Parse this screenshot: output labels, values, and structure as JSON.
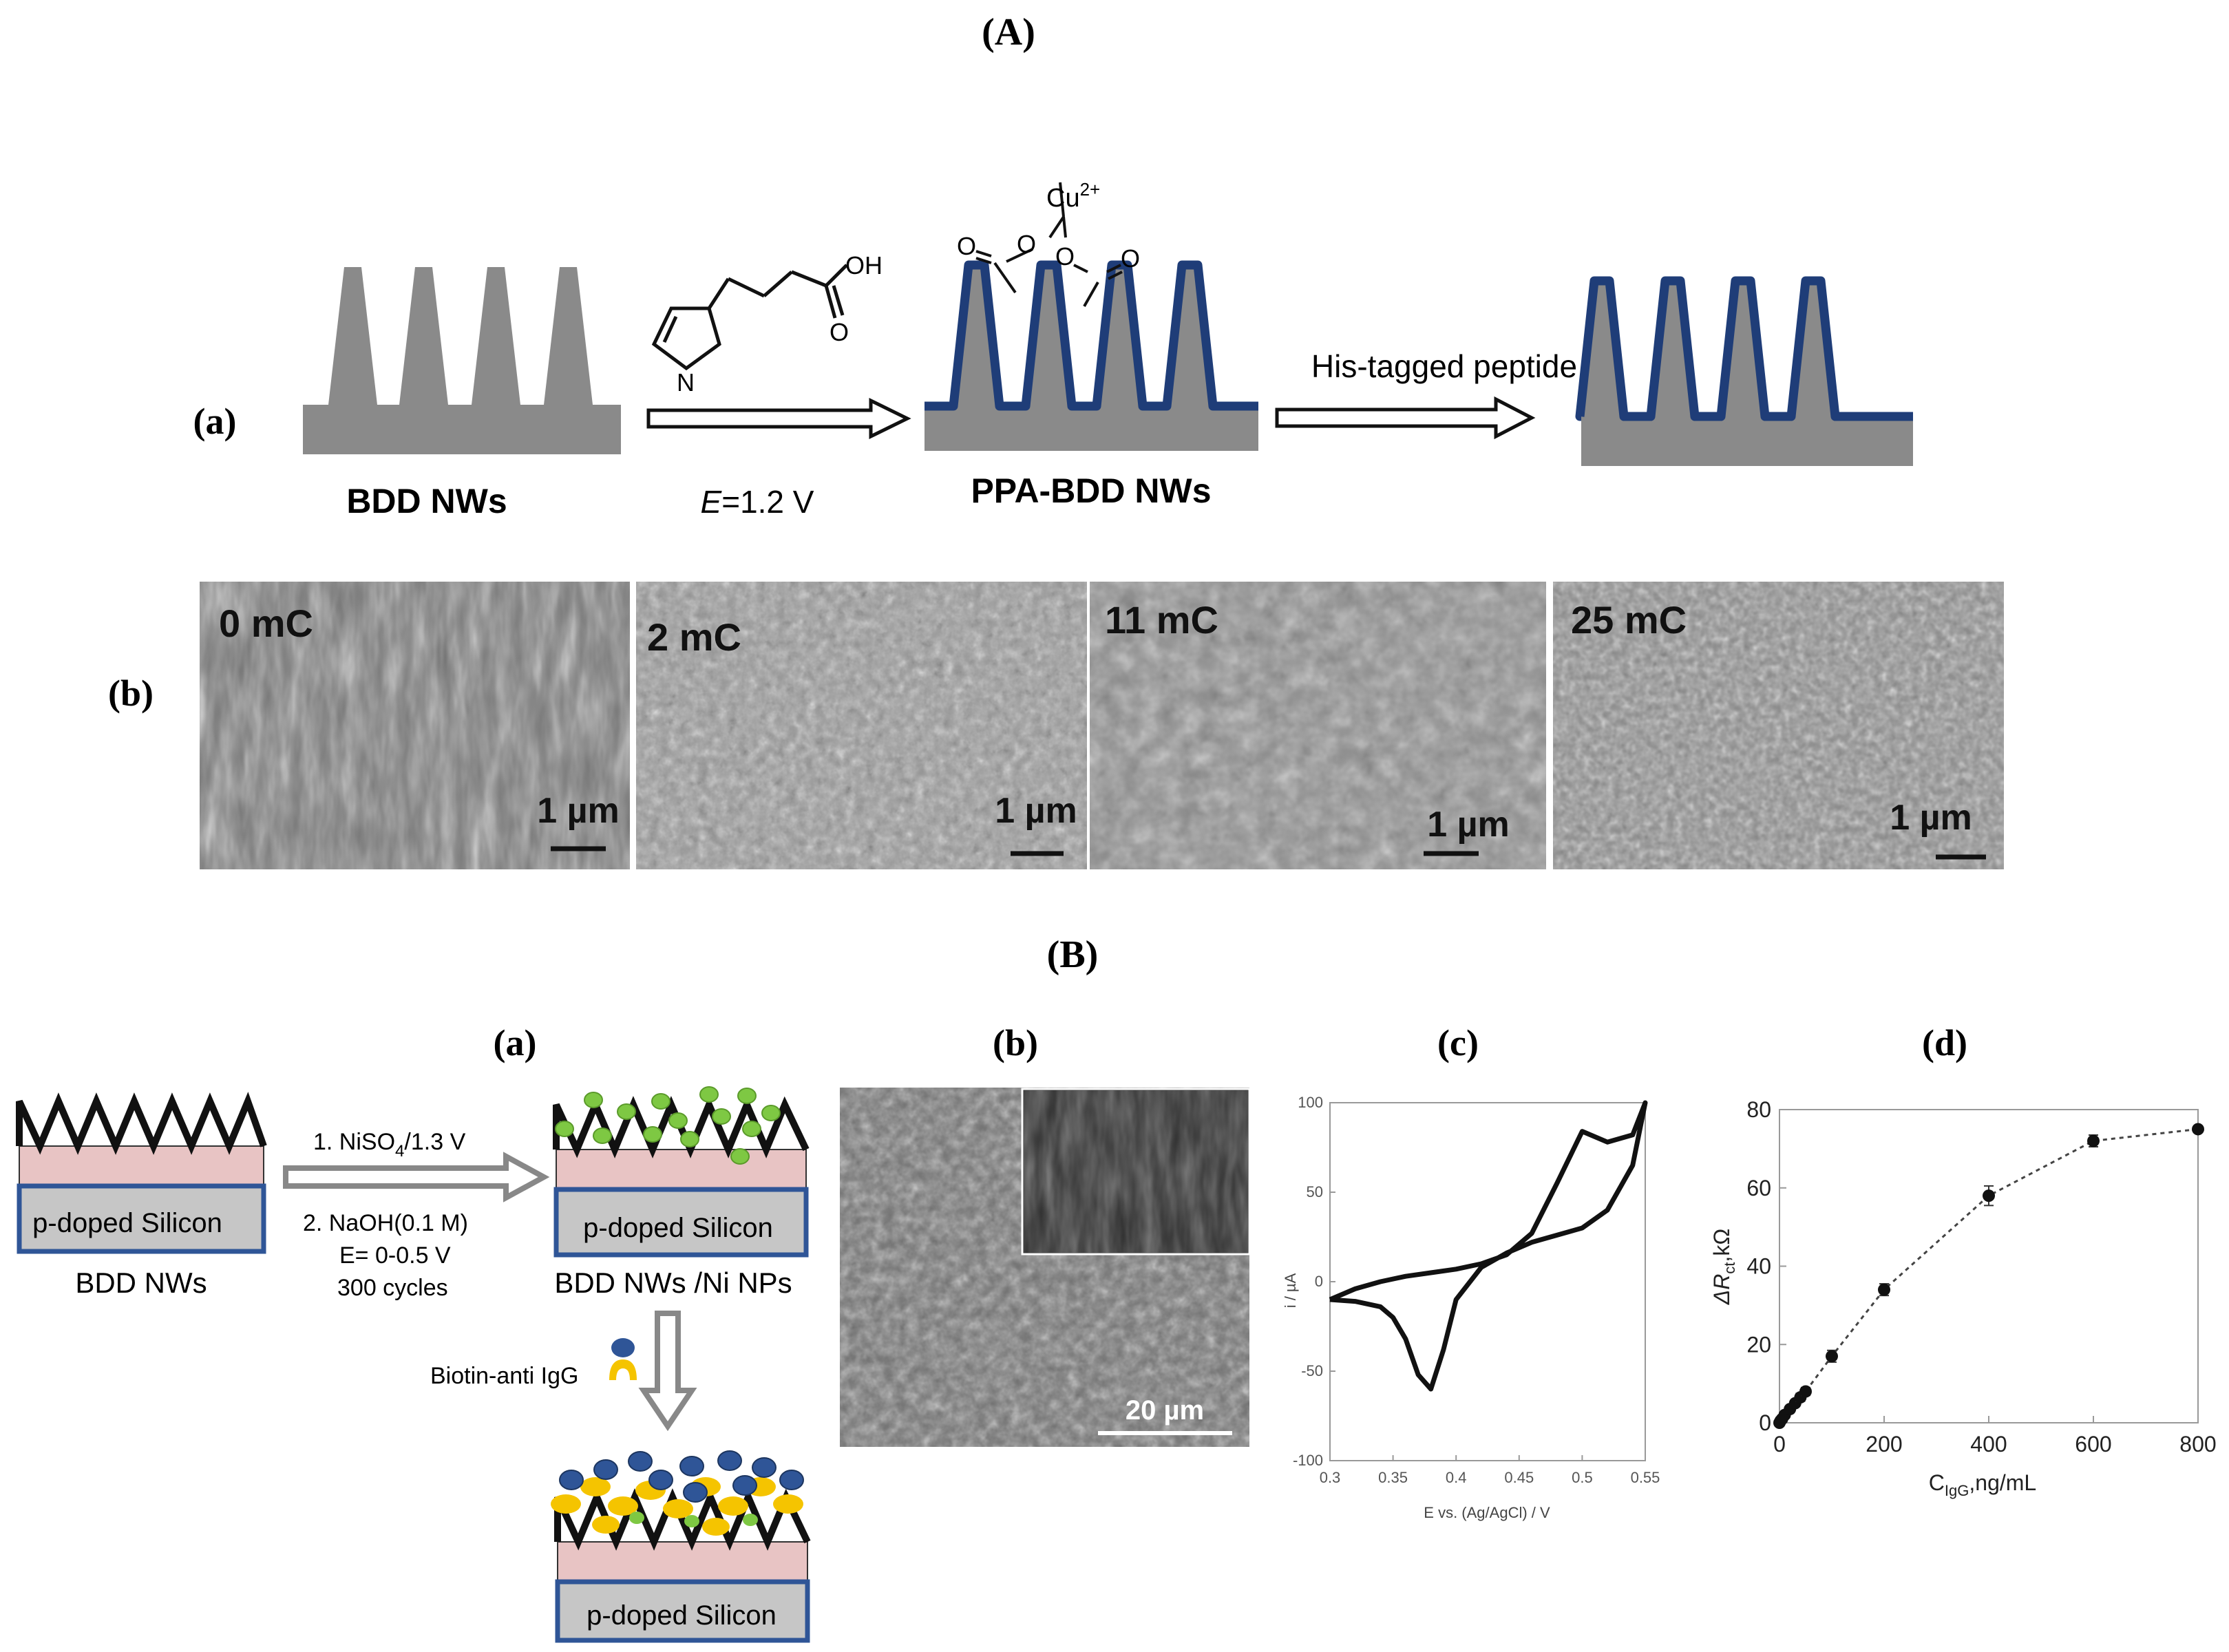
{
  "sectionA": {
    "label": "(A)",
    "panel_a": {
      "label": "(a)",
      "bdd_label": "BDD NWs",
      "reagent_oh": "OH",
      "reagent_o": "O",
      "reagent_n": "N",
      "potential_italic": "E",
      "potential_rest": "=1.2 V",
      "ppa_label": "PPA-BDD NWs",
      "cu_label": "Cu",
      "cu_charge": "2+",
      "step2_label": "His-tagged peptide"
    },
    "panel_b": {
      "label": "(b)",
      "images": [
        {
          "charge": "0 mC",
          "scale": "1 µm"
        },
        {
          "charge": "2 mC",
          "scale": "1 µm"
        },
        {
          "charge": "11 mC",
          "scale": "1 µm"
        },
        {
          "charge": "25 mC",
          "scale": "1 µm"
        }
      ]
    }
  },
  "sectionB": {
    "label": "(B)",
    "panel_a": {
      "label": "(a)",
      "substrate": "p-doped Silicon",
      "bdd_label": "BDD NWs",
      "step1_line1": "1. NiSO",
      "step1_sub": "4",
      "step1_rest": "/1.3 V",
      "step2_line1": "2. NaOH(0.1 M)",
      "step2_line2": "E= 0-0.5 V",
      "step2_line3": "300 cycles",
      "ni_label": "BDD NWs /Ni NPs",
      "biotin_label": "Biotin-anti IgG"
    },
    "panel_b": {
      "label": "(b)",
      "scale": "20 µm"
    },
    "panel_c": {
      "label": "(c)",
      "ylabel": "i / µA",
      "xlabel": "E vs. (Ag/AgCl) / V"
    },
    "panel_d": {
      "label": "(d)",
      "ylabel_main": "ΔR",
      "ylabel_sub": "ct",
      "ylabel_rest": ",kΩ",
      "xlabel_main": "C",
      "xlabel_sub": "IgG",
      "xlabel_rest": ",ng/mL"
    }
  },
  "chart_data": [
    {
      "type": "line",
      "panel": "B(c)",
      "xlabel": "E vs. (Ag/AgCl) / V",
      "ylabel": "i / µA",
      "xlim": [
        0.3,
        0.55
      ],
      "ylim": [
        -100,
        100
      ],
      "xticks": [
        0.3,
        0.35,
        0.4,
        0.45,
        0.5,
        0.55
      ],
      "yticks": [
        -100,
        -50,
        0,
        50,
        100
      ],
      "series": [
        {
          "x": [
            0.3,
            0.32,
            0.34,
            0.36,
            0.38,
            0.4,
            0.42,
            0.44,
            0.46,
            0.48,
            0.5,
            0.52,
            0.54,
            0.55,
            0.54,
            0.52,
            0.5,
            0.48,
            0.46,
            0.44,
            0.42,
            0.4,
            0.39,
            0.38,
            0.37,
            0.36,
            0.35,
            0.34,
            0.32,
            0.3
          ],
          "y": [
            -10,
            -4,
            0,
            3,
            5,
            7,
            10,
            15,
            27,
            55,
            84,
            78,
            82,
            100,
            65,
            40,
            30,
            26,
            22,
            16,
            8,
            -10,
            -38,
            -60,
            -52,
            -32,
            -20,
            -14,
            -11,
            -10
          ]
        }
      ]
    },
    {
      "type": "scatter",
      "panel": "B(d)",
      "xlabel": "C IgG,ng/mL",
      "ylabel": "ΔR ct,kΩ",
      "xlim": [
        0,
        800
      ],
      "ylim": [
        0,
        80
      ],
      "xticks": [
        0,
        200,
        400,
        600,
        800
      ],
      "yticks": [
        0,
        20,
        40,
        60,
        80
      ],
      "series": [
        {
          "x": [
            0,
            2,
            5,
            10,
            20,
            30,
            40,
            50,
            100,
            200,
            400,
            600,
            800
          ],
          "y": [
            0,
            0.5,
            1,
            2,
            3.5,
            5,
            6.5,
            8,
            17,
            34,
            58,
            72,
            75
          ],
          "error": [
            0,
            0,
            0,
            0,
            0,
            0,
            1,
            1,
            1.5,
            1.5,
            2.5,
            1.5,
            0
          ]
        }
      ]
    }
  ]
}
